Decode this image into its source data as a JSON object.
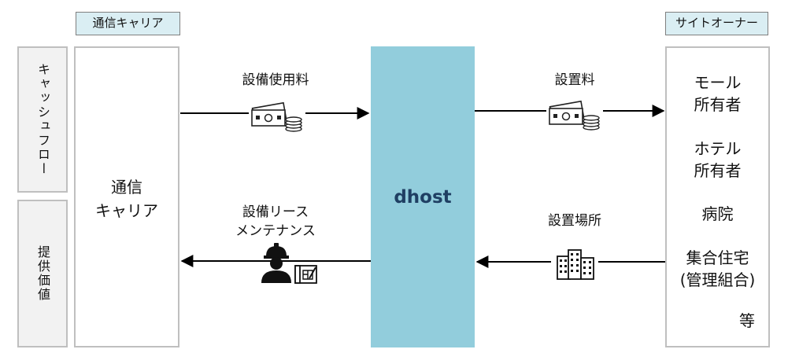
{
  "header": {
    "carrier_tag": "通信キャリア",
    "site_owner_tag": "サイトオーナー"
  },
  "sidebar": {
    "cash_flow": "キャッシュフロー",
    "value_offered": "提供価値"
  },
  "carrier_box": {
    "line1": "通信",
    "line2": "キャリア"
  },
  "center": {
    "name": "dhost"
  },
  "flows": {
    "equipment_fee": "設備使用料",
    "installation_fee": "設置料",
    "equipment_lease_line1": "設備リース",
    "equipment_lease_line2": "メンテナンス",
    "installation_site": "設置場所"
  },
  "owners": {
    "mall_1": "モール",
    "mall_2": "所有者",
    "hotel_1": "ホテル",
    "hotel_2": "所有者",
    "hospital": "病院",
    "housing_1": "集合住宅",
    "housing_2": "(管理組合)",
    "etc": "等"
  },
  "colors": {
    "center_fill": "#92cddc",
    "tag_fill": "#daeef3",
    "side_fill": "#f2f2f2",
    "center_text": "#1f3f63"
  },
  "icons": [
    "money-icon",
    "money-icon",
    "worker-icon",
    "blueprint-icon",
    "buildings-icon"
  ]
}
